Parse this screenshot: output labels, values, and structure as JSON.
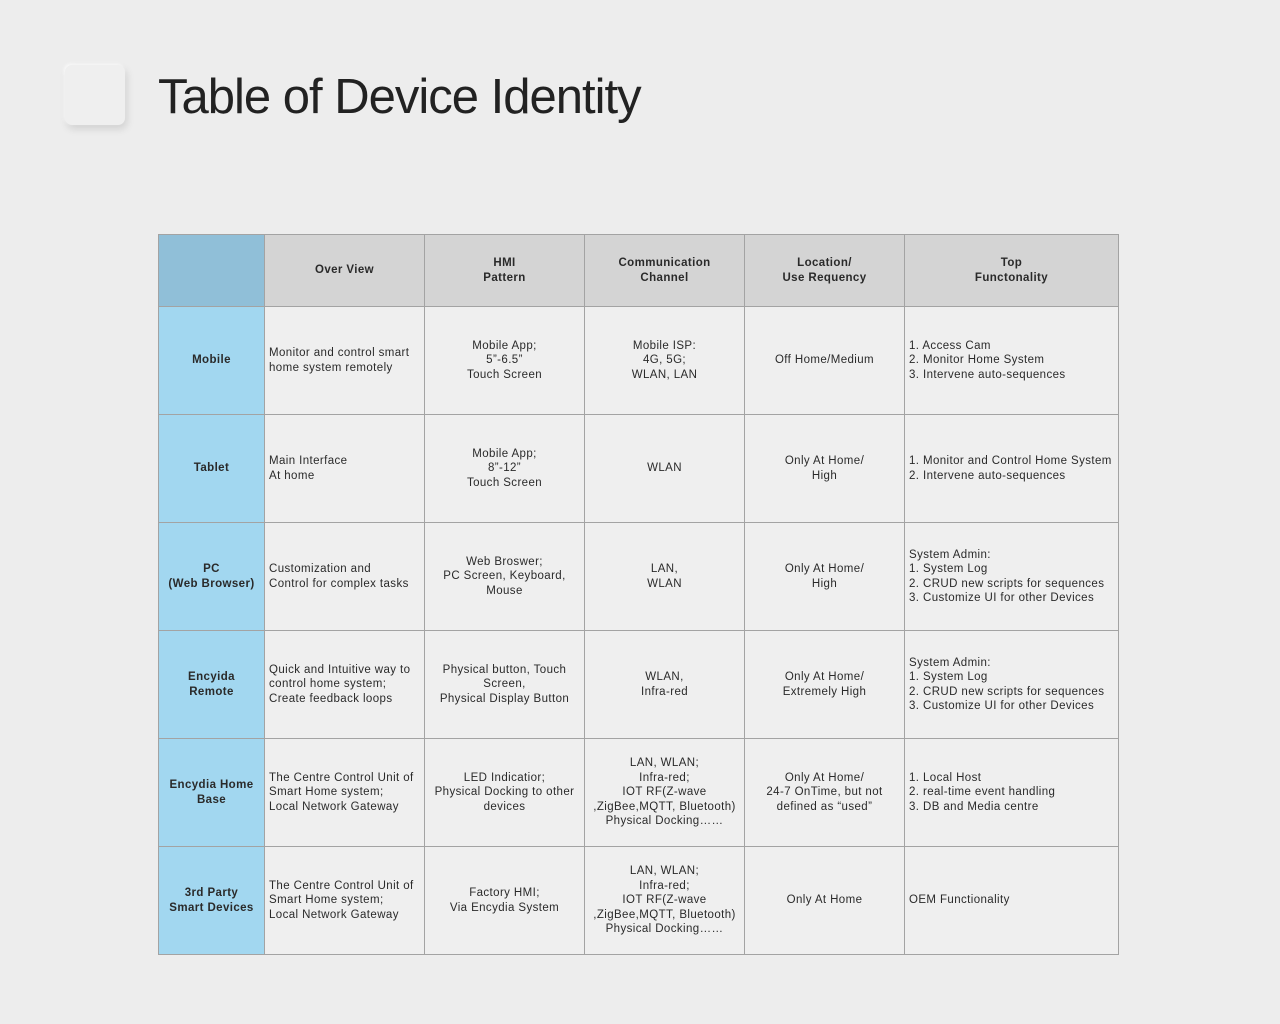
{
  "page": {
    "title": "Table of Device Identity"
  },
  "table": {
    "headers": [
      "",
      "Over View",
      "HMI\nPattern",
      "Communication\nChannel",
      "Location/\nUse Requency",
      "Top\nFunctonality"
    ],
    "rows": [
      {
        "device": "Mobile",
        "overview": "Monitor and control smart home system remotely",
        "hmi": "Mobile App;\n5”-6.5”\nTouch Screen",
        "channel": "Mobile ISP:\n4G, 5G;\nWLAN, LAN",
        "location": "Off Home/Medium",
        "functionality": "1. Access Cam\n2. Monitor Home System\n3. Intervene auto-sequences"
      },
      {
        "device": "Tablet",
        "overview": "Main Interface\nAt home",
        "hmi": "Mobile App;\n8”-12”\nTouch Screen",
        "channel": "WLAN",
        "location": "Only At Home/\nHigh",
        "functionality": "1. Monitor and Control Home System\n2. Intervene auto-sequences"
      },
      {
        "device": "PC\n(Web Browser)",
        "overview": "Customization and\nControl for complex tasks",
        "hmi": "Web Broswer;\nPC Screen, Keyboard, Mouse",
        "channel": "LAN,\nWLAN",
        "location": "Only At Home/\nHigh",
        "functionality": "System Admin:\n1. System Log\n2. CRUD new scripts for sequences\n3. Customize UI for other Devices"
      },
      {
        "device": "Encyida\nRemote",
        "overview": "Quick and Intuitive way to control home system;\nCreate feedback loops",
        "hmi": "Physical button, Touch Screen,\nPhysical Display Button",
        "channel": "WLAN,\nInfra-red",
        "location": "Only At Home/\nExtremely High",
        "functionality": "System Admin:\n1. System Log\n2. CRUD new scripts for sequences\n3. Customize UI for other Devices"
      },
      {
        "device": "Encydia Home Base",
        "overview": "The Centre Control Unit of Smart Home system;\nLocal Network Gateway",
        "hmi": "LED Indicatior;\nPhysical Docking to other devices",
        "channel": "LAN, WLAN;\nInfra-red;\nIOT RF(Z-wave ,ZigBee,MQTT, Bluetooth) Physical Docking……",
        "location": "Only At Home/\n24-7 OnTime, but not defined as “used”",
        "functionality": "1. Local Host\n2. real-time event handling\n3. DB and Media centre"
      },
      {
        "device": "3rd Party\nSmart Devices",
        "overview": "The Centre Control Unit of Smart Home system;\nLocal Network Gateway",
        "hmi": "Factory HMI;\nVia Encydia System",
        "channel": "LAN, WLAN;\nInfra-red;\nIOT RF(Z-wave ,ZigBee,MQTT, Bluetooth) Physical Docking……",
        "location": "Only At Home",
        "functionality": "OEM Functionality"
      }
    ]
  }
}
